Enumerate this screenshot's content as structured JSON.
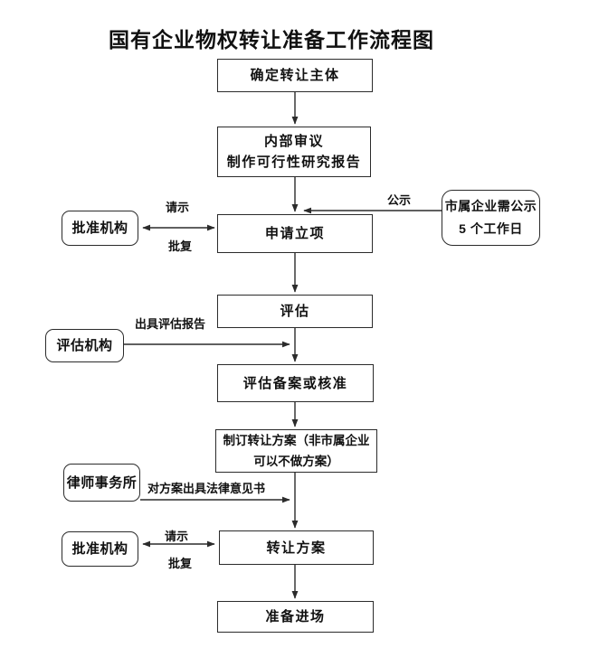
{
  "title": "国有企业物权转让准备工作流程图",
  "nodes": {
    "determine_subject": "确定转让主体",
    "internal_review": {
      "line1": "内部审议",
      "line2": "制作可行性研究报告"
    },
    "apply_project": "申请立项",
    "evaluate": "评估",
    "evaluate_record": "评估备案或核准",
    "draft_plan": {
      "line1": "制订转让方案（非市属企业",
      "line2": "可以不做方案）"
    },
    "transfer_plan": "转让方案",
    "prepare_entry": "准备进场"
  },
  "side_nodes": {
    "approval_org_top": "批准机构",
    "public_notice": {
      "line1": "市属企业需公示",
      "line2": "5 个工作日"
    },
    "evaluation_org": "评估机构",
    "law_firm": "律师事务所",
    "approval_org_bottom": "批准机构"
  },
  "edge_labels": {
    "request_top": "请示",
    "reply_top": "批复",
    "public_notice": "公示",
    "evaluation_report": "出具评估报告",
    "legal_opinion": "对方案出具法律意见书",
    "request_bottom": "请示",
    "reply_bottom": "批复"
  },
  "colors": {
    "line": "#2b2b2b",
    "text": "#111111",
    "background": "#ffffff"
  }
}
